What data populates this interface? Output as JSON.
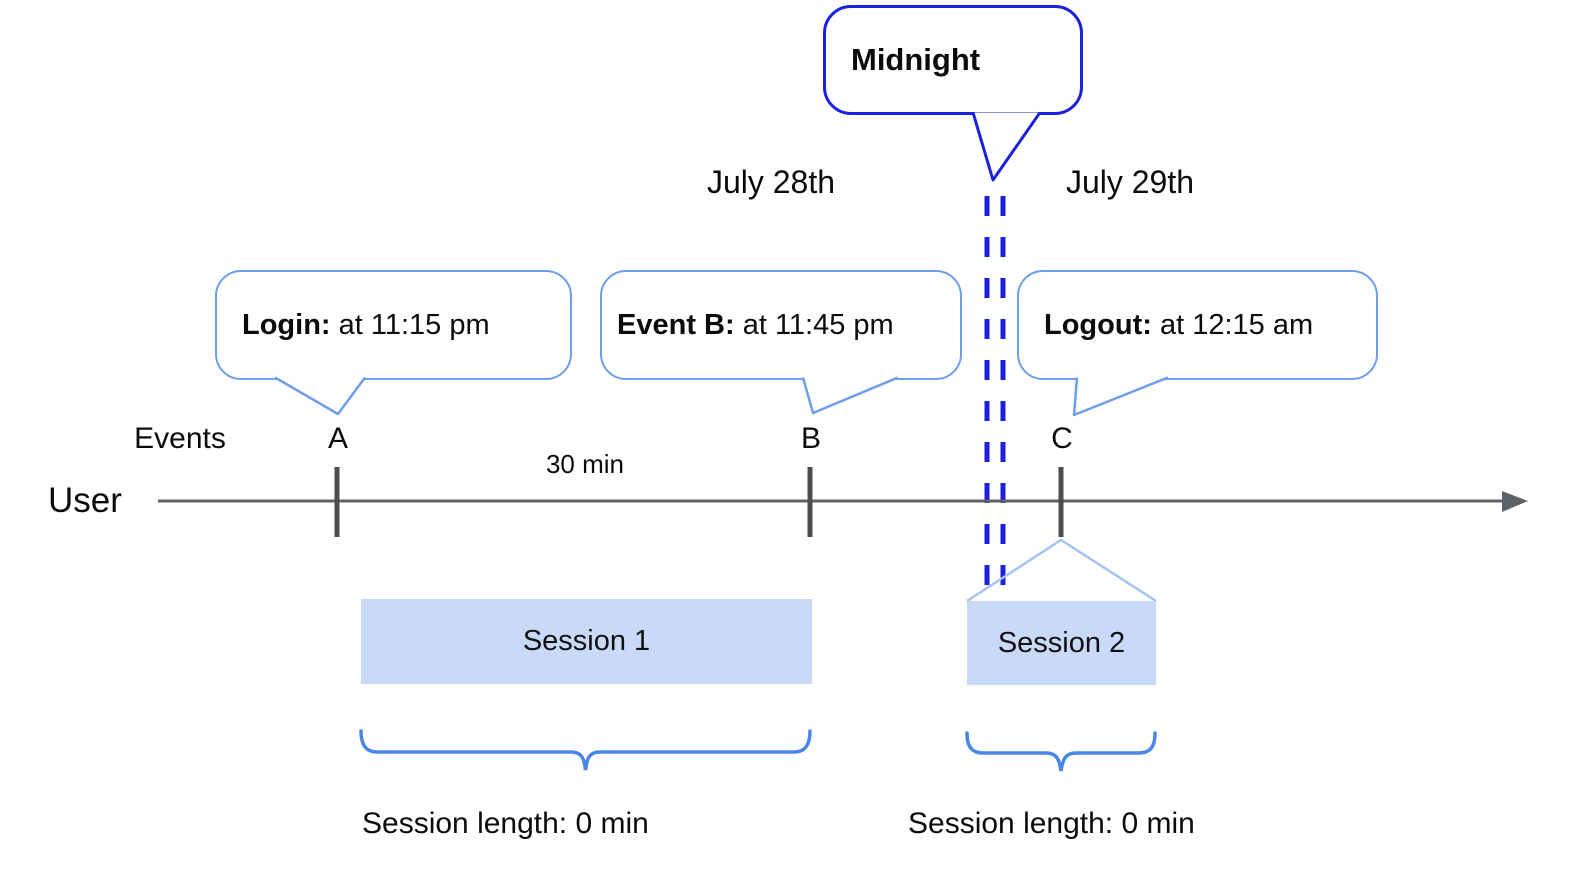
{
  "title": "User session timeline diagram",
  "midnight": {
    "label": "Midnight"
  },
  "dates": {
    "left": "July 28th",
    "right": "July 29th"
  },
  "callouts": [
    {
      "id": "login",
      "bold": "Login:",
      "rest": " at 11:15 pm"
    },
    {
      "id": "event-b",
      "bold": "Event B:",
      "rest": " at 11:45 pm"
    },
    {
      "id": "logout",
      "bold": "Logout:",
      "rest": " at 12:15 am"
    }
  ],
  "axis": {
    "events_label": "Events",
    "user_label": "User",
    "interval_label": "30 min",
    "markers": [
      "A",
      "B",
      "C"
    ]
  },
  "sessions": [
    {
      "name": "Session 1",
      "length_label": "Session length: 0 min"
    },
    {
      "name": "Session 2",
      "length_label": "Session length: 0 min"
    }
  ],
  "colors": {
    "strong_blue": "#1c21dd",
    "callout_border_blue": "#6d9eeb",
    "brace_blue": "#4a86e8",
    "funnel_light_blue": "#a4c2f4",
    "session_fill": "#c9daf8",
    "timeline_gray": "#5f6368",
    "text_black": "#0b0b0b"
  }
}
